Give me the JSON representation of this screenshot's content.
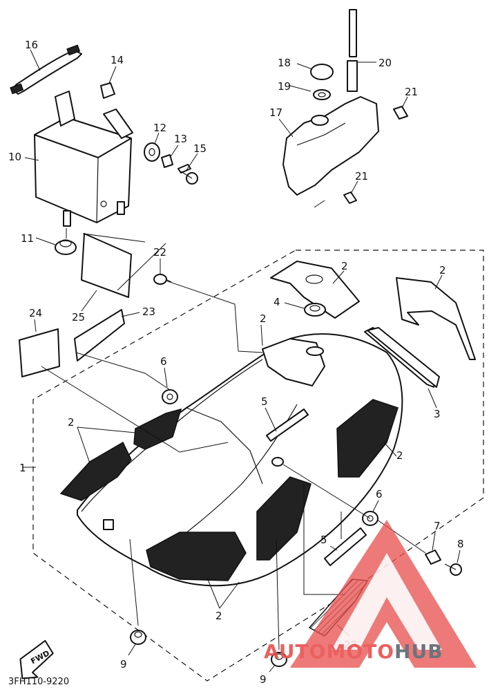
{
  "callouts": [
    {
      "id": "16",
      "label": "16"
    },
    {
      "id": "14",
      "label": "14"
    },
    {
      "id": "12",
      "label": "12"
    },
    {
      "id": "13",
      "label": "13"
    },
    {
      "id": "15",
      "label": "15"
    },
    {
      "id": "10",
      "label": "10"
    },
    {
      "id": "11",
      "label": "11"
    },
    {
      "id": "25",
      "label": "25"
    },
    {
      "id": "22",
      "label": "22"
    },
    {
      "id": "23a",
      "label": "23"
    },
    {
      "id": "24",
      "label": "24"
    },
    {
      "id": "18",
      "label": "18"
    },
    {
      "id": "20",
      "label": "20"
    },
    {
      "id": "19",
      "label": "19"
    },
    {
      "id": "21a",
      "label": "21"
    },
    {
      "id": "17",
      "label": "17"
    },
    {
      "id": "21b",
      "label": "21"
    },
    {
      "id": "2a",
      "label": "2"
    },
    {
      "id": "2b",
      "label": "2"
    },
    {
      "id": "4",
      "label": "4"
    },
    {
      "id": "2c",
      "label": "2"
    },
    {
      "id": "3",
      "label": "3"
    },
    {
      "id": "6a",
      "label": "6"
    },
    {
      "id": "5a",
      "label": "5"
    },
    {
      "id": "2d",
      "label": "2"
    },
    {
      "id": "1",
      "label": "1"
    },
    {
      "id": "2e",
      "label": "2"
    },
    {
      "id": "6b",
      "label": "6"
    },
    {
      "id": "7",
      "label": "7"
    },
    {
      "id": "5b",
      "label": "5"
    },
    {
      "id": "8",
      "label": "8"
    },
    {
      "id": "2f",
      "label": "2"
    },
    {
      "id": "23b",
      "label": "23"
    },
    {
      "id": "9a",
      "label": "9"
    },
    {
      "id": "9b",
      "label": "9"
    }
  ],
  "fwd_label": "FWD",
  "drawing_code": "3FH110-9220",
  "watermark": {
    "auto": "AUTO",
    "moto": "MOTO",
    "hub": "HUB"
  },
  "colors": {
    "watermark_red": "#e8504f",
    "watermark_grey": "#5a6570"
  }
}
